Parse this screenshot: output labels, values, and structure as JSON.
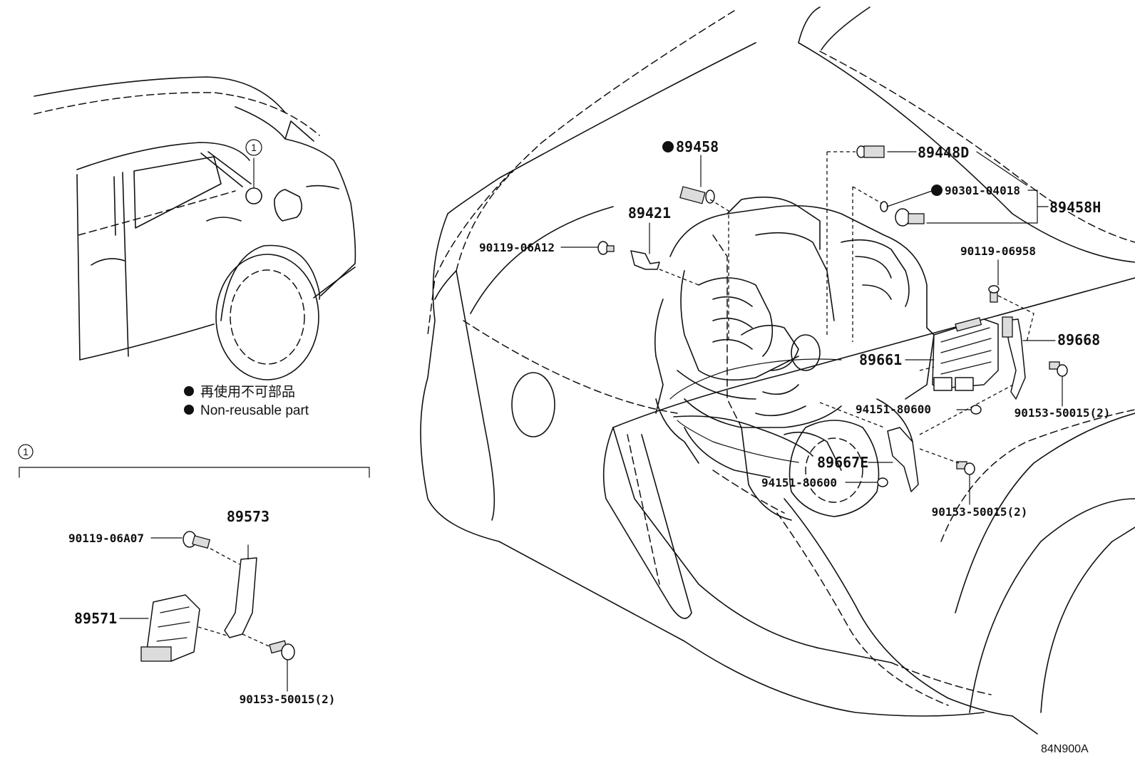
{
  "legend": {
    "japanese": "再使用不可部品",
    "english": "Non-reusable part"
  },
  "callout_number": "1",
  "parts": {
    "p89458": "89458",
    "p89448D": "89448D",
    "p90301": "90301-04018",
    "p89458H": "89458H",
    "p89421": "89421",
    "p90119_06A12": "90119-06A12",
    "p90119_06958": "90119-06958",
    "p89668": "89668",
    "p89661": "89661",
    "p90153_a": "90153-50015(2)",
    "p94151_a": "94151-80600",
    "p89667E": "89667E",
    "p94151_b": "94151-80600",
    "p90153_b": "90153-50015(2)",
    "p89573": "89573",
    "p90119_06A07": "90119-06A07",
    "p89571": "89571",
    "p90153_c": "90153-50015(2)"
  },
  "illustration_code": "84N900A"
}
